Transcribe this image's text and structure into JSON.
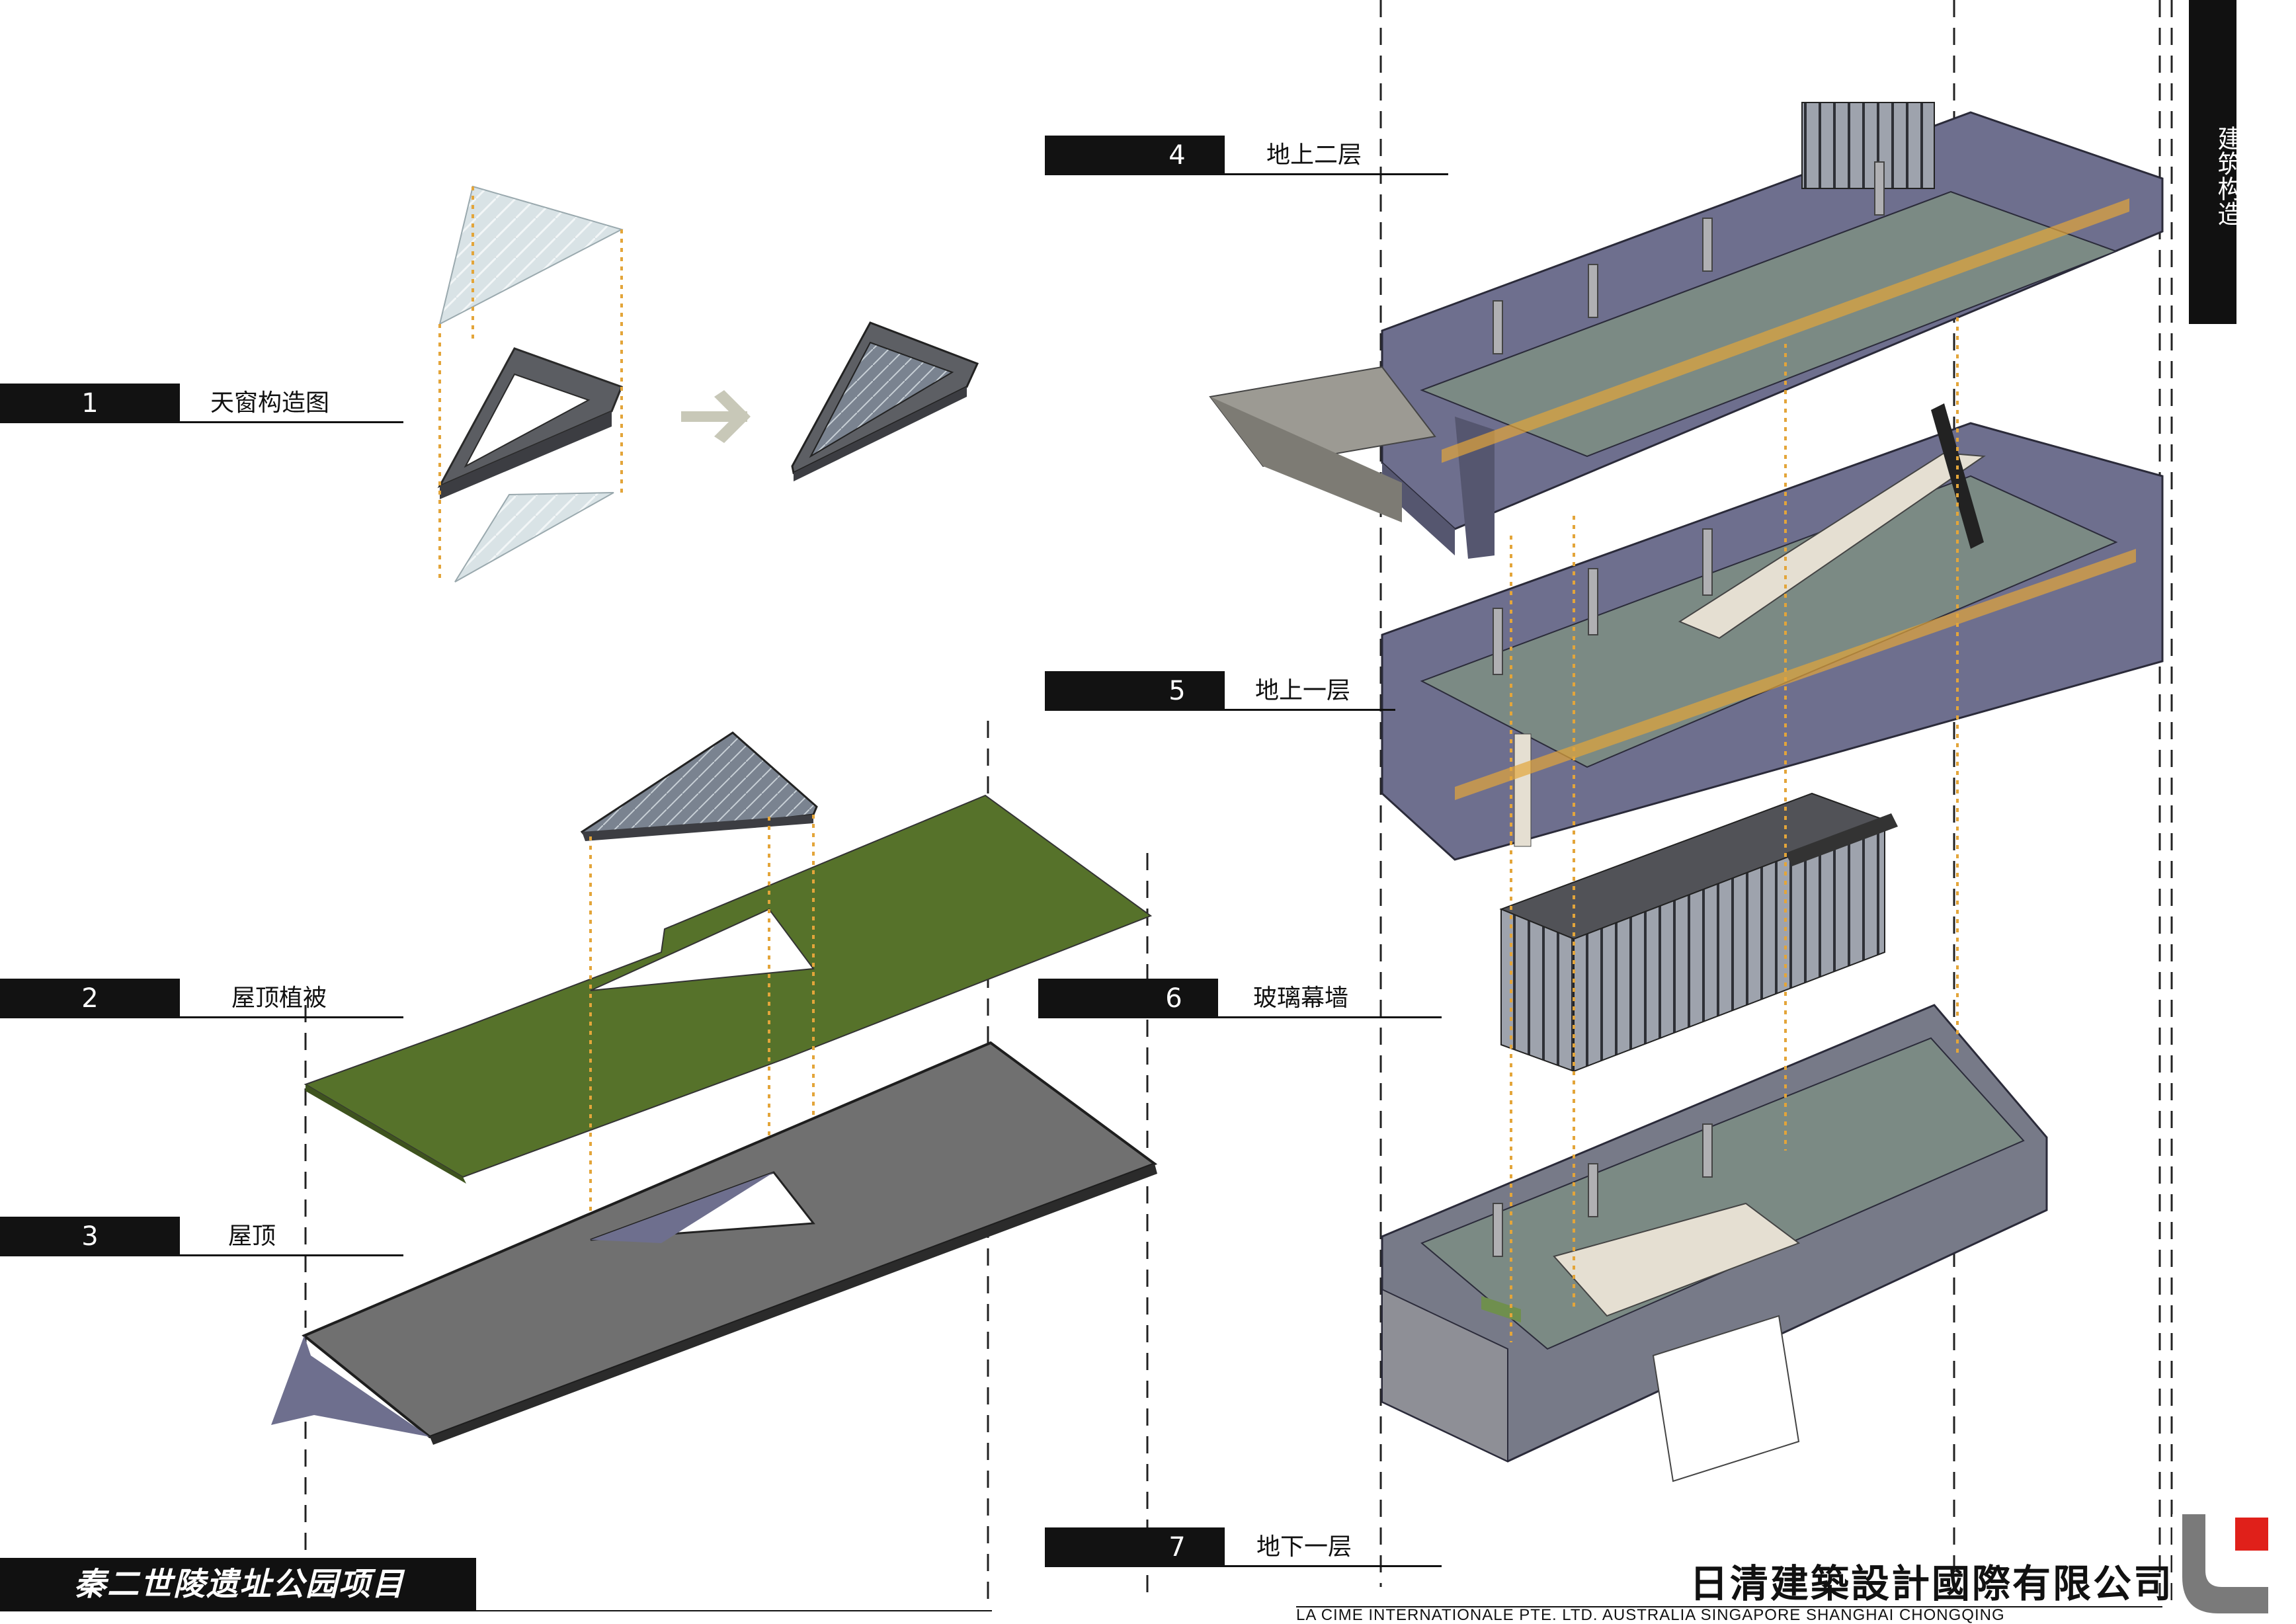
{
  "side_tab": {
    "text": "建筑构造"
  },
  "labels": [
    {
      "num": "1",
      "text": "天窗构造图"
    },
    {
      "num": "2",
      "text": "屋顶植被"
    },
    {
      "num": "3",
      "text": "屋顶"
    },
    {
      "num": "4",
      "text": "地上二层"
    },
    {
      "num": "5",
      "text": "地上一层"
    },
    {
      "num": "6",
      "text": "玻璃幕墙"
    },
    {
      "num": "7",
      "text": "地下一层"
    }
  ],
  "project_title": "秦二世陵遗址公园项目",
  "company": {
    "name_cn": "日清建築設計國際有限公司",
    "name_en": "LA CIME INTERNATIONALE PTE. LTD.   AUSTRALIA   SINGAPORE   SHANGHAI   CHONGQING"
  },
  "colors": {
    "label_bar": "#121212",
    "wall": "#6e6f8e",
    "wall_dark": "#55566f",
    "floor": "#7b8a84",
    "green_roof": "#56722a",
    "roof": "#707070",
    "guide_dotted": "#e3a53a",
    "logo_red": "#e0201a",
    "arrow": "#c8c8b8"
  },
  "icons": {
    "arrow": "arrow-right-icon"
  }
}
